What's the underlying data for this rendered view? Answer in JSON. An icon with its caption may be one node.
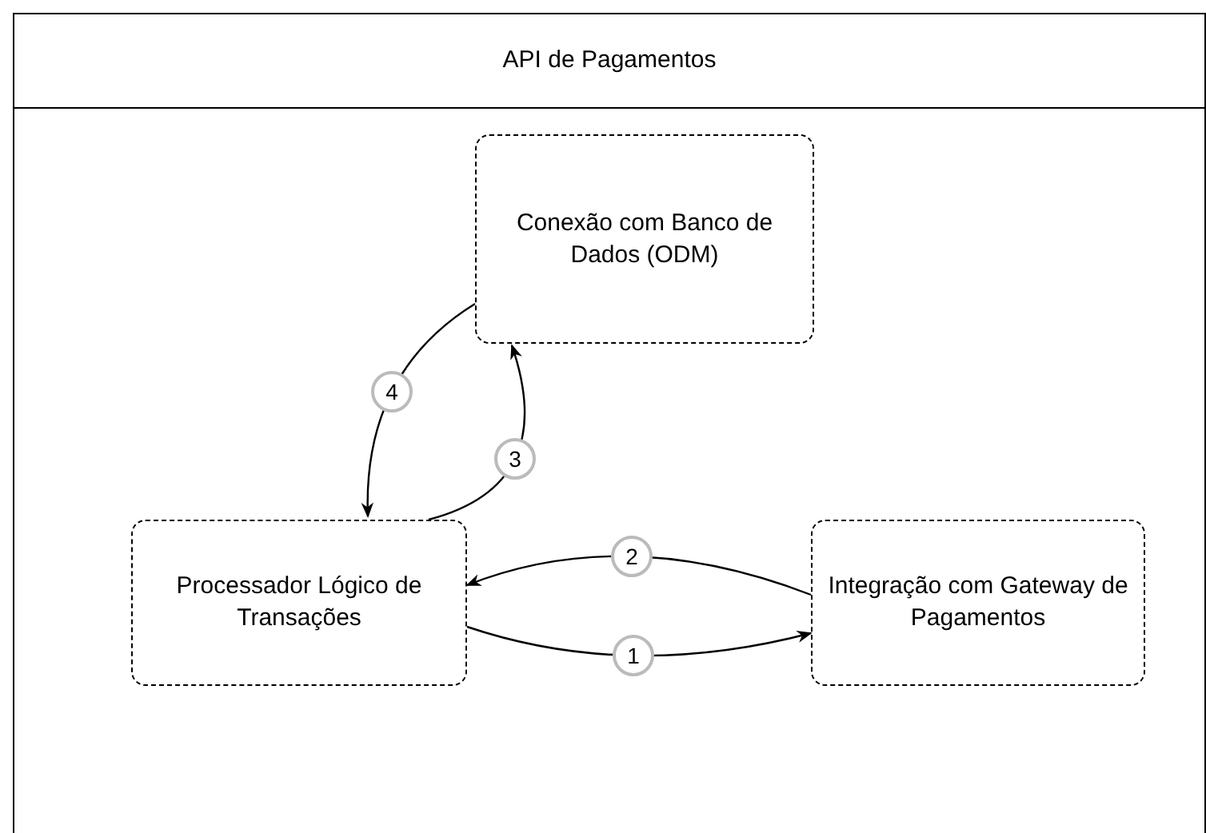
{
  "diagram": {
    "nodes": [
      {
        "text": [
          "API de Pagamentos"
        ]
      },
      {
        "text": [
          "Conexão com Banco de Dados (ODM)"
        ],
        "in": 0
      },
      {
        "text": [
          "Processador Lógico de Transações"
        ],
        "in": 0
      },
      {
        "text": [
          "Integração com Gateway de Pagamentos"
        ],
        "in": 0
      }
    ],
    "edges": [
      {
        "from": 2,
        "to": 3,
        "arrow": "to",
        "label": "1"
      },
      {
        "from": 3,
        "to": 2,
        "arrow": "to",
        "label": "2"
      },
      {
        "from": 2,
        "to": 1,
        "arrow": "to",
        "label": "3"
      },
      {
        "from": 1,
        "to": 2,
        "arrow": "to",
        "label": "4"
      }
    ]
  }
}
